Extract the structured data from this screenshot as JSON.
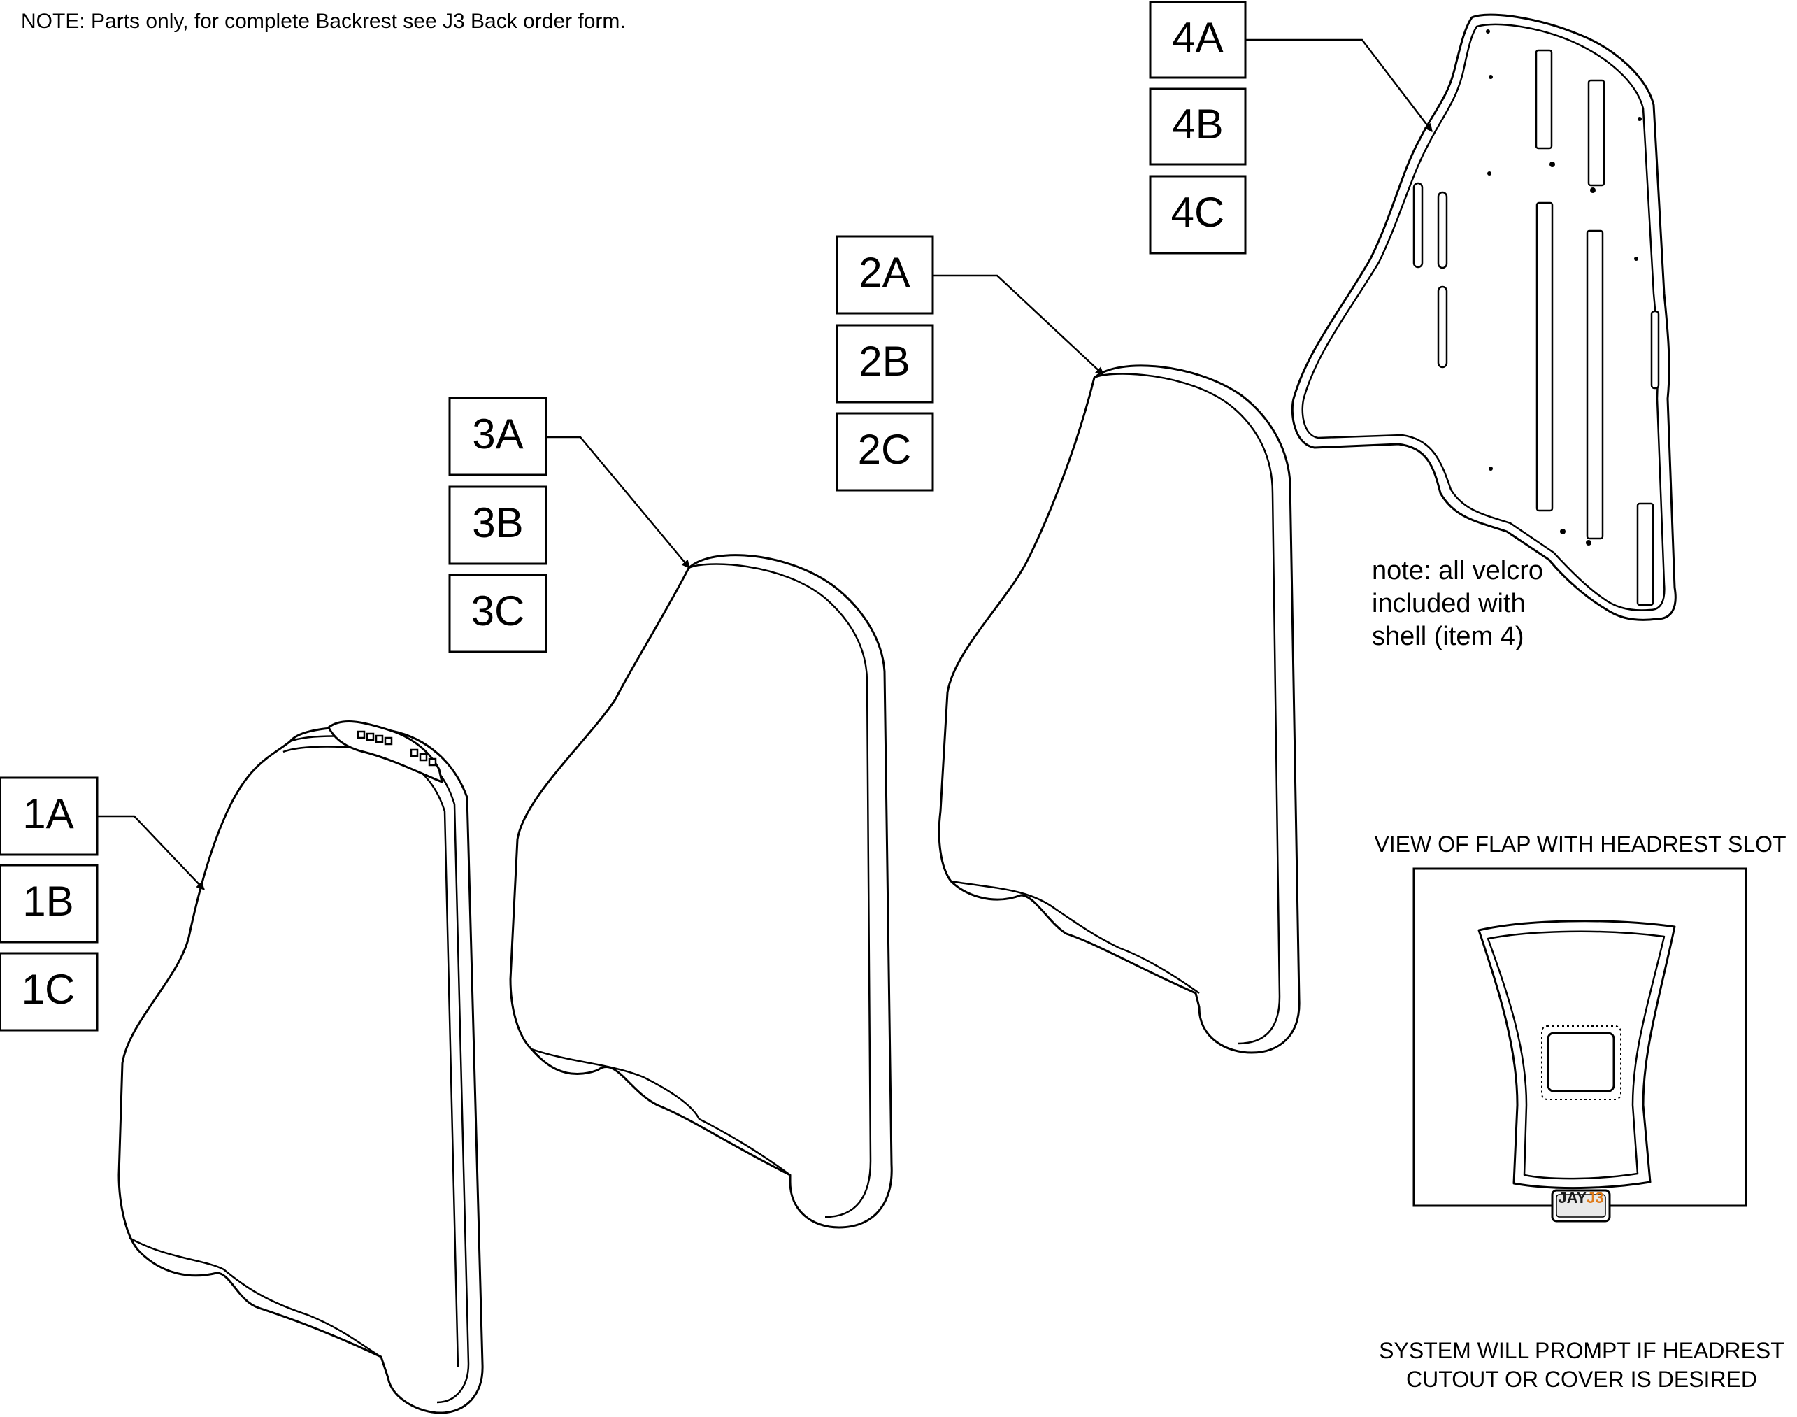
{
  "header_note": "NOTE: Parts only, for complete Backrest see J3 Back order form.",
  "callouts": {
    "item1": [
      "1A",
      "1B",
      "1C"
    ],
    "item2": [
      "2A",
      "2B",
      "2C"
    ],
    "item3": [
      "3A",
      "3B",
      "3C"
    ],
    "item4": [
      "4A",
      "4B",
      "4C"
    ]
  },
  "velcro_note": [
    "note: all velcro",
    "included with",
    "shell (item 4)"
  ],
  "flap_view": {
    "title": "VIEW OF FLAP WITH HEADREST SLOT",
    "logo_text": "JAY J3",
    "caption": [
      "SYSTEM WILL PROMPT IF HEADREST",
      "CUTOUT OR COVER IS DESIRED"
    ]
  }
}
